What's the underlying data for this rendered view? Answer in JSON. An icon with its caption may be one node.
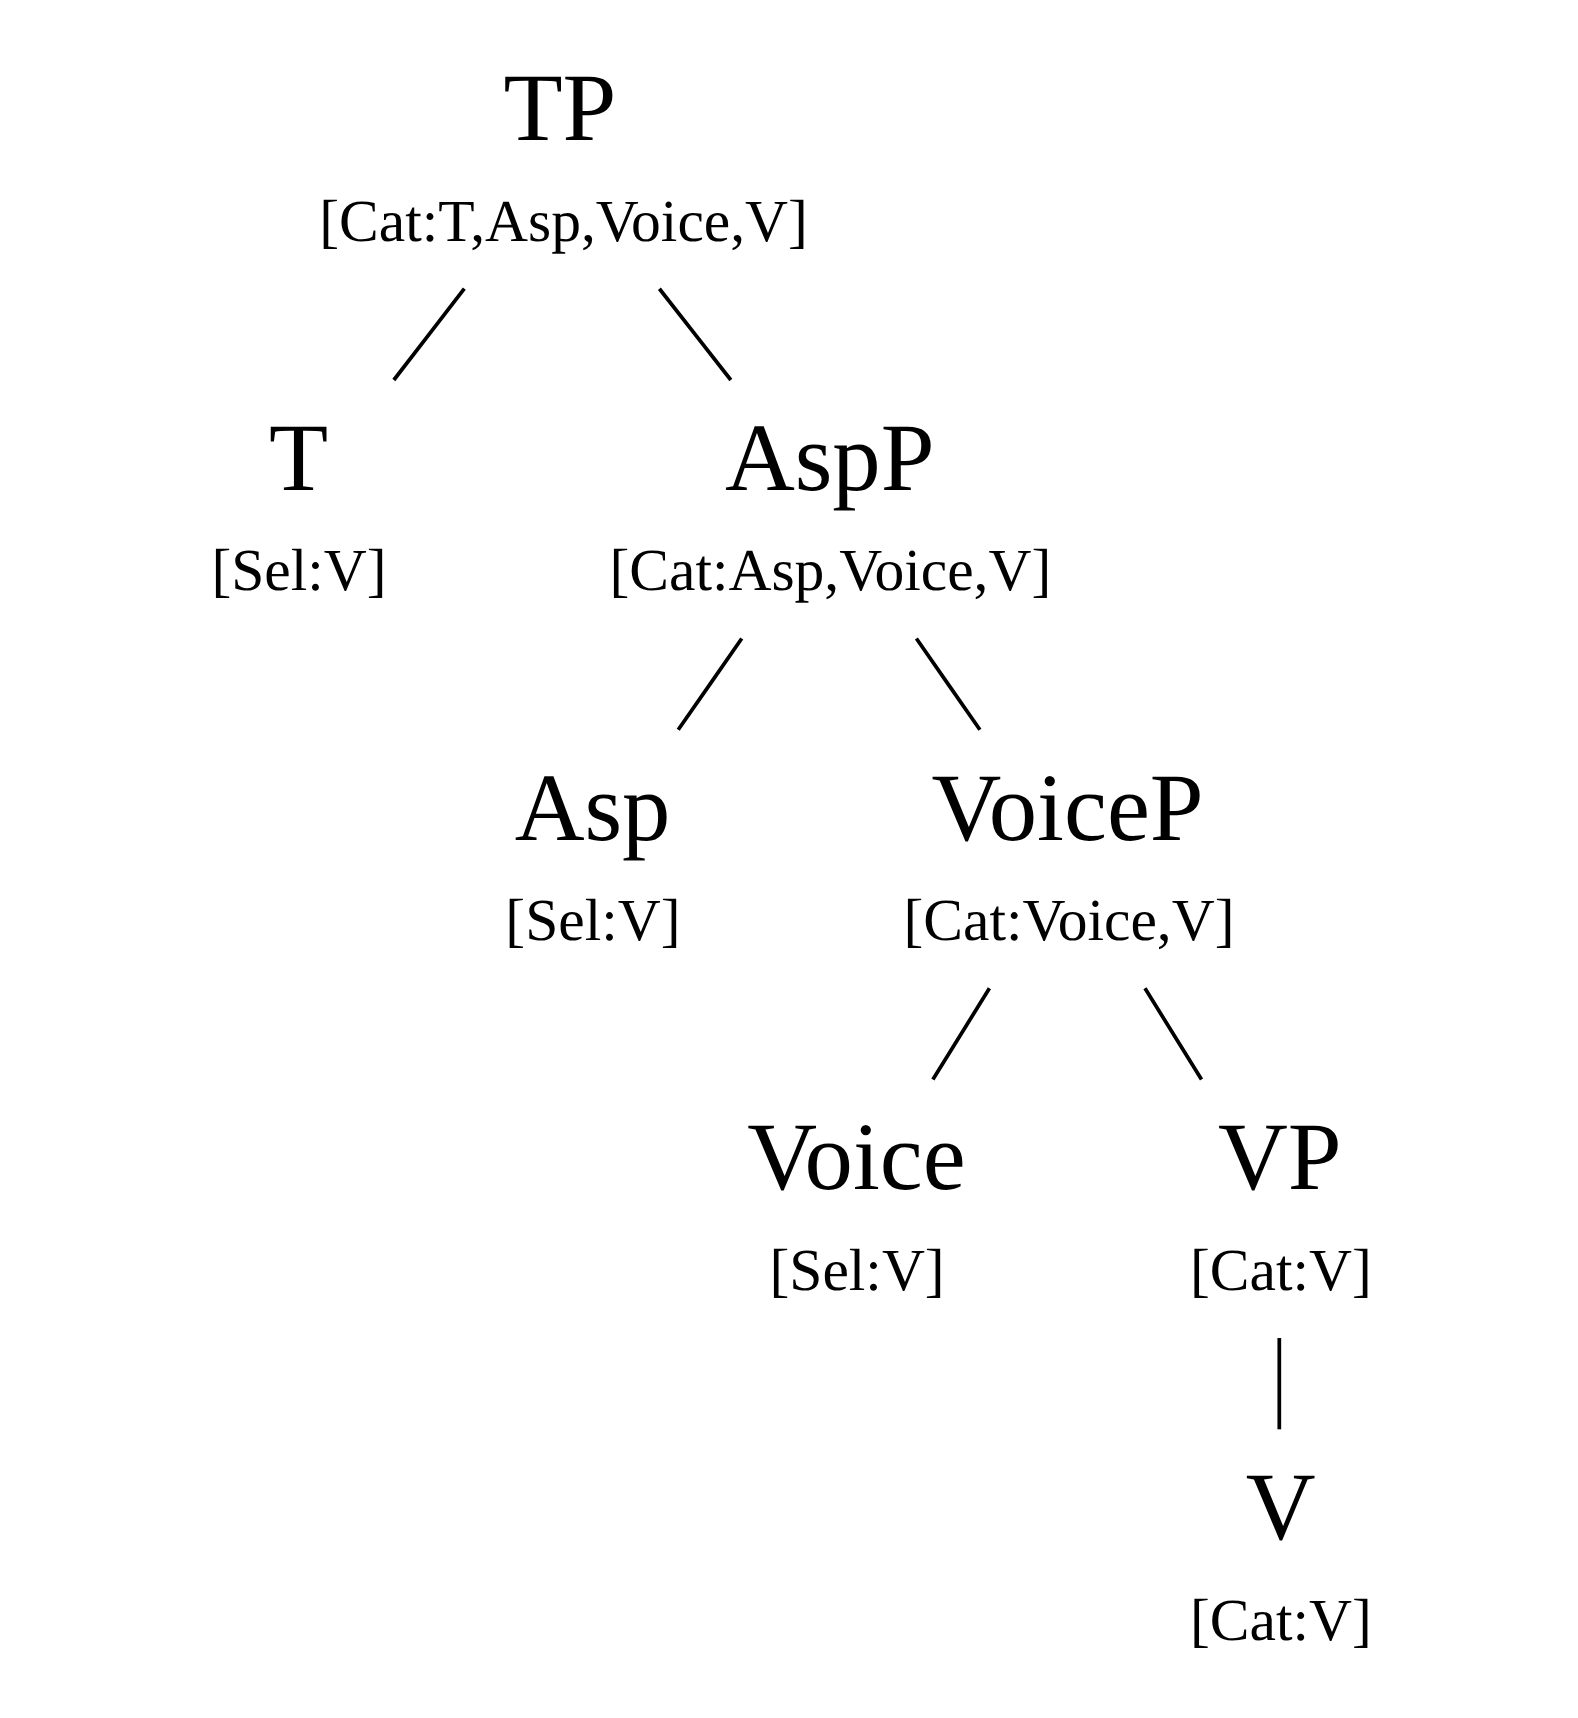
{
  "diagram": {
    "nodes": [
      {
        "text": [
          "TP",
          "[Cat:T,Asp,Voice,V]"
        ]
      },
      {
        "text": [
          "T",
          "[Sel:V]"
        ]
      },
      {
        "text": [
          "AspP",
          "[Cat:Asp,Voice,V]"
        ]
      },
      {
        "text": [
          "Asp",
          "[Sel:V]"
        ]
      },
      {
        "text": [
          "VoiceP",
          "[Cat:Voice,V]"
        ]
      },
      {
        "text": [
          "Voice",
          "[Sel:V]"
        ]
      },
      {
        "text": [
          "VP",
          "[Cat:V]"
        ]
      },
      {
        "text": [
          "V",
          "[Cat:V]"
        ]
      }
    ],
    "edges": [
      {
        "from": 0,
        "to": 1,
        "arrow": "none"
      },
      {
        "from": 0,
        "to": 2,
        "arrow": "none"
      },
      {
        "from": 2,
        "to": 3,
        "arrow": "none"
      },
      {
        "from": 2,
        "to": 4,
        "arrow": "none"
      },
      {
        "from": 4,
        "to": 5,
        "arrow": "none"
      },
      {
        "from": 4,
        "to": 6,
        "arrow": "none"
      },
      {
        "from": 6,
        "to": 7,
        "arrow": "none"
      }
    ]
  }
}
